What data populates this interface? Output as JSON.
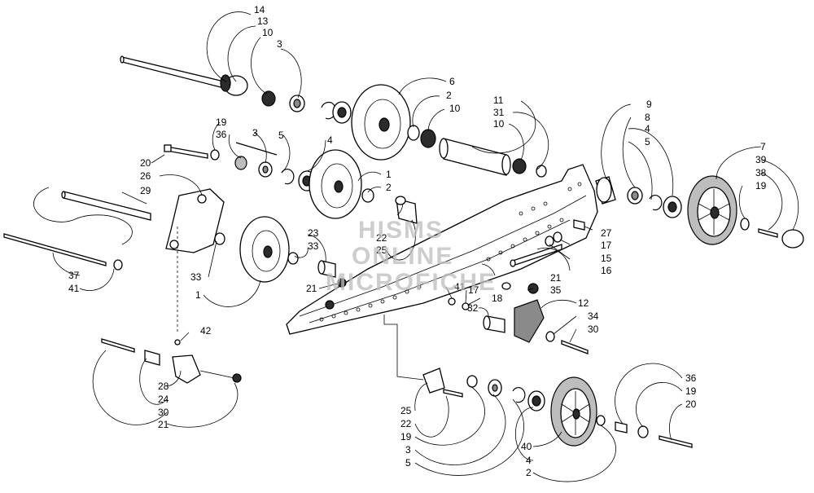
{
  "watermark": {
    "line1": "HISMS",
    "line2": "ONLINE",
    "line3": "MICROFICHE"
  },
  "callouts": [
    {
      "id": "c14a",
      "text": "14"
    },
    {
      "id": "c13a",
      "text": "13"
    },
    {
      "id": "c10a",
      "text": "10"
    },
    {
      "id": "c3a",
      "text": "3"
    },
    {
      "id": "c6",
      "text": "6"
    },
    {
      "id": "c2a",
      "text": "2"
    },
    {
      "id": "c10b",
      "text": "10"
    },
    {
      "id": "c11",
      "text": "11"
    },
    {
      "id": "c31",
      "text": "31"
    },
    {
      "id": "c10c",
      "text": "10"
    },
    {
      "id": "c9",
      "text": "9"
    },
    {
      "id": "c8",
      "text": "8"
    },
    {
      "id": "c4a",
      "text": "4"
    },
    {
      "id": "c5a",
      "text": "5"
    },
    {
      "id": "c7",
      "text": "7"
    },
    {
      "id": "c39",
      "text": "39"
    },
    {
      "id": "c38",
      "text": "38"
    },
    {
      "id": "c19a",
      "text": "19"
    },
    {
      "id": "c19b",
      "text": "19"
    },
    {
      "id": "c36a",
      "text": "36"
    },
    {
      "id": "c3b",
      "text": "3"
    },
    {
      "id": "c5b",
      "text": "5"
    },
    {
      "id": "c4b",
      "text": "4"
    },
    {
      "id": "c20a",
      "text": "20"
    },
    {
      "id": "c26",
      "text": "26"
    },
    {
      "id": "c29",
      "text": "29"
    },
    {
      "id": "c1a",
      "text": "1"
    },
    {
      "id": "c2b",
      "text": "2"
    },
    {
      "id": "c22a",
      "text": "22"
    },
    {
      "id": "c25a",
      "text": "25"
    },
    {
      "id": "c27",
      "text": "27"
    },
    {
      "id": "c17a",
      "text": "17"
    },
    {
      "id": "c15",
      "text": "15"
    },
    {
      "id": "c16",
      "text": "16"
    },
    {
      "id": "c23",
      "text": "23"
    },
    {
      "id": "c33a",
      "text": "33"
    },
    {
      "id": "c33b",
      "text": "33"
    },
    {
      "id": "c1b",
      "text": "1"
    },
    {
      "id": "c37",
      "text": "37"
    },
    {
      "id": "c41a",
      "text": "41"
    },
    {
      "id": "c21a",
      "text": "21"
    },
    {
      "id": "c35",
      "text": "35"
    },
    {
      "id": "c21b",
      "text": "21"
    },
    {
      "id": "c41b",
      "text": "41"
    },
    {
      "id": "c17b",
      "text": "17"
    },
    {
      "id": "c18",
      "text": "18"
    },
    {
      "id": "c12",
      "text": "12"
    },
    {
      "id": "c34",
      "text": "34"
    },
    {
      "id": "c30a",
      "text": "30"
    },
    {
      "id": "c32",
      "text": "32"
    },
    {
      "id": "c42",
      "text": "42"
    },
    {
      "id": "c28",
      "text": "28"
    },
    {
      "id": "c24",
      "text": "24"
    },
    {
      "id": "c30b",
      "text": "30"
    },
    {
      "id": "c21c",
      "text": "21"
    },
    {
      "id": "c25b",
      "text": "25"
    },
    {
      "id": "c22b",
      "text": "22"
    },
    {
      "id": "c19c",
      "text": "19"
    },
    {
      "id": "c3c",
      "text": "3"
    },
    {
      "id": "c5c",
      "text": "5"
    },
    {
      "id": "c40",
      "text": "40"
    },
    {
      "id": "c4c",
      "text": "4"
    },
    {
      "id": "c2c",
      "text": "2"
    },
    {
      "id": "c36b",
      "text": "36"
    },
    {
      "id": "c19d",
      "text": "19"
    },
    {
      "id": "c20b",
      "text": "20"
    }
  ]
}
